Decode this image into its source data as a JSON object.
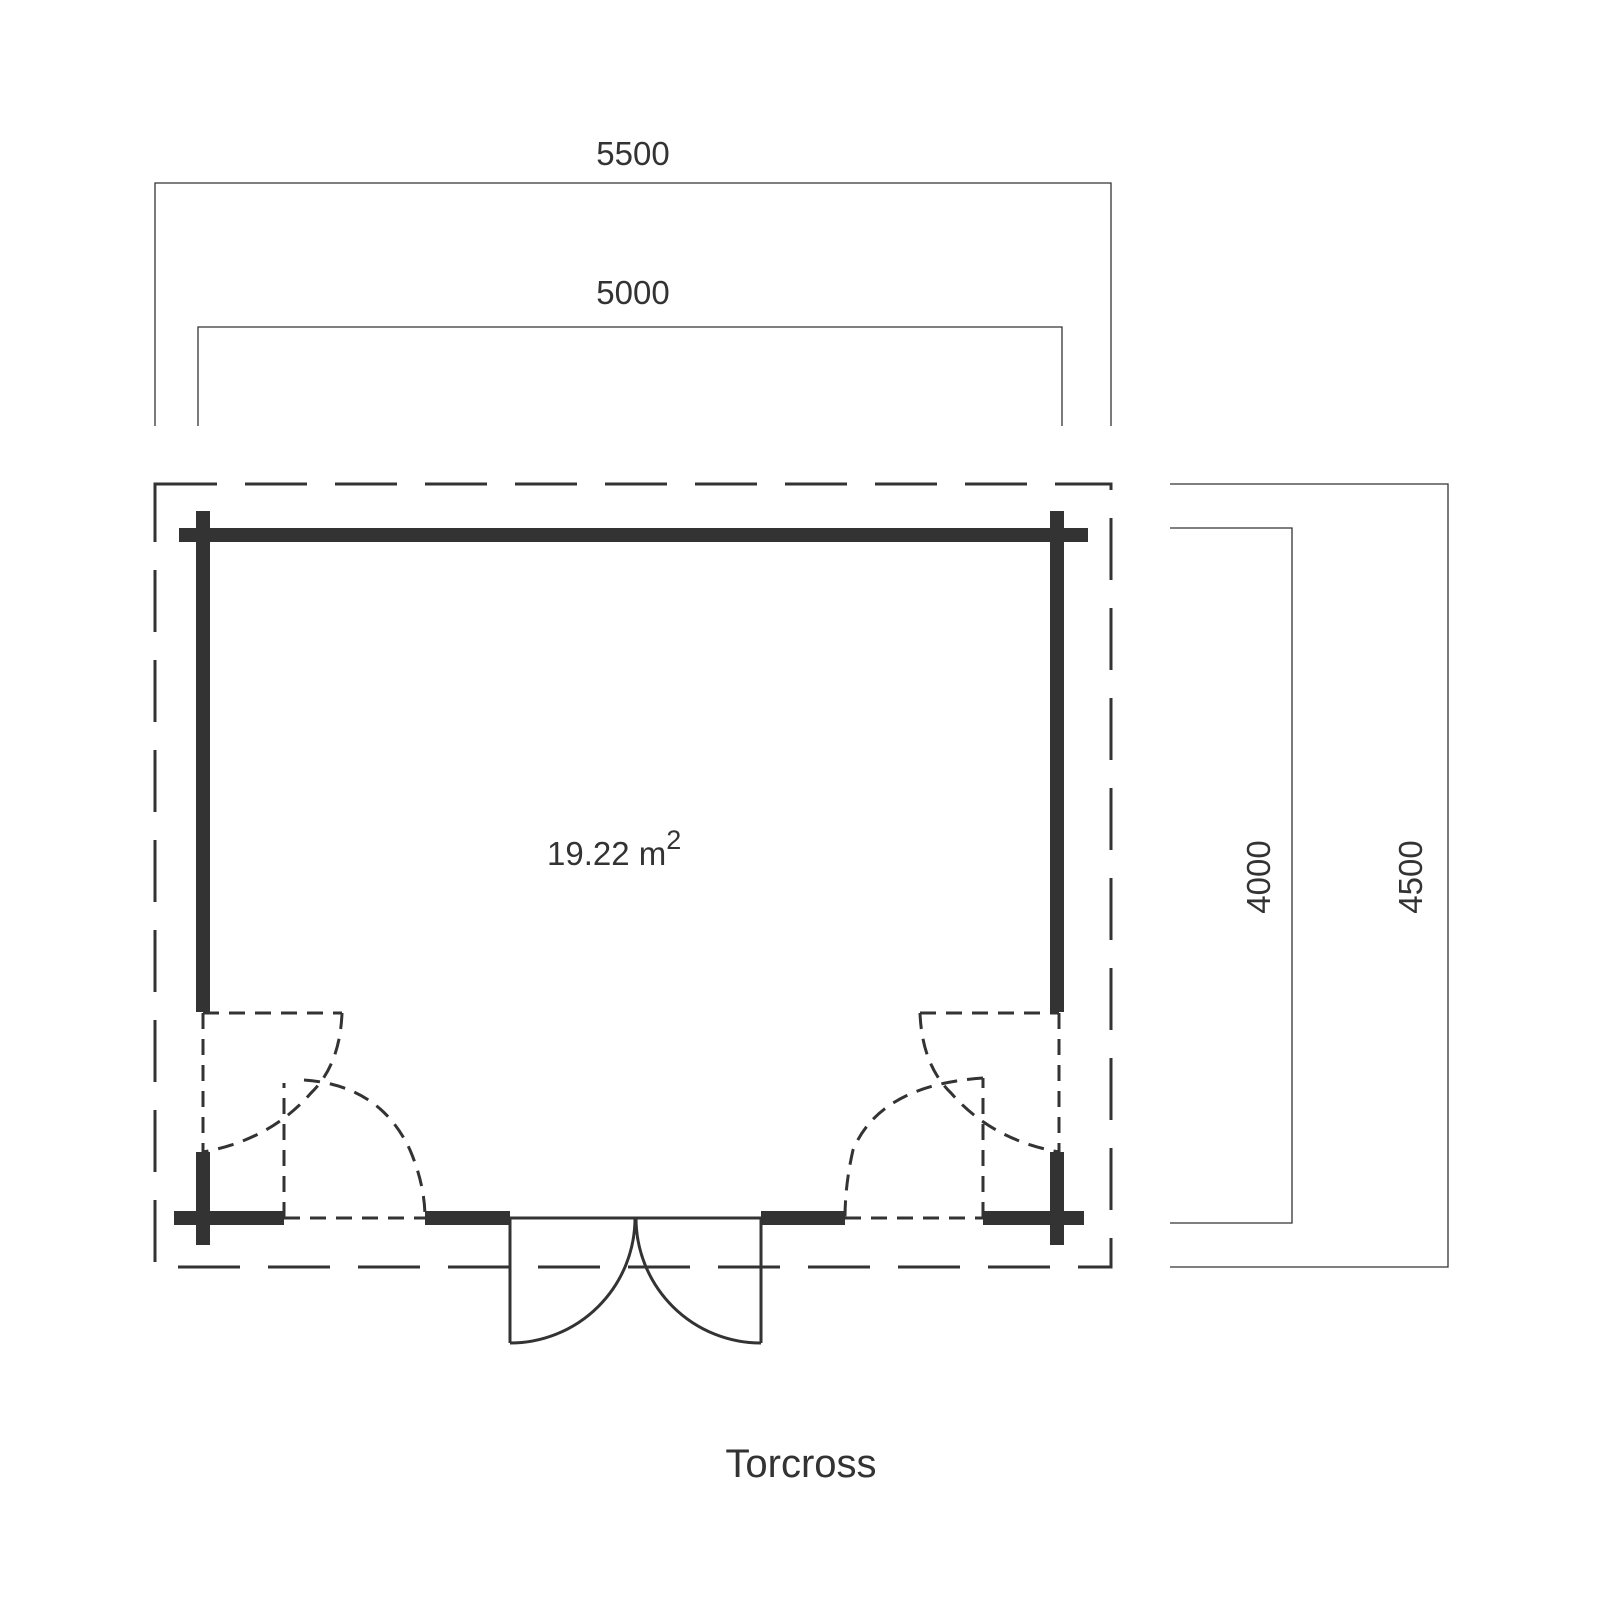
{
  "plan": {
    "name": "Torcross",
    "area_value": "19.22 m",
    "area_exponent": "2",
    "dimensions": {
      "outer_width": "5500",
      "inner_width": "5000",
      "inner_depth": "4000",
      "outer_depth": "4500"
    }
  },
  "colors": {
    "wall": "#333333",
    "line": "#333333",
    "background": "#ffffff"
  }
}
